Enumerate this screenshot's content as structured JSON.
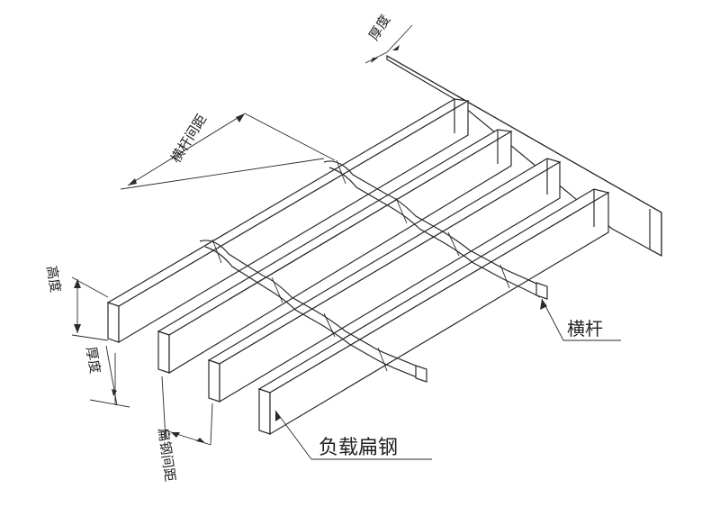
{
  "labels": {
    "thickness_top": "厚度",
    "crossbar_spacing": "横杆间距",
    "height": "高度",
    "thickness_left": "厚度",
    "flatbar_spacing": "扁钢间距",
    "crossbar": "横杆",
    "bearing_flat_bar": "负载扁钢"
  }
}
